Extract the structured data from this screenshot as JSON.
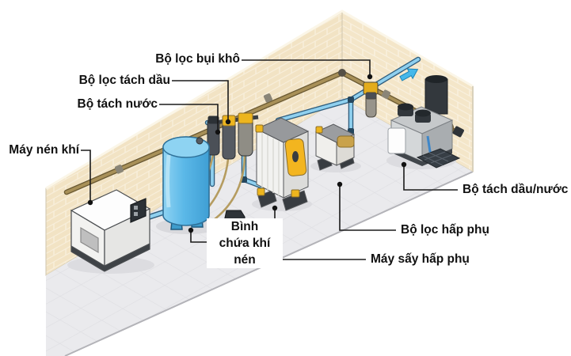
{
  "diagram": {
    "description": "Isometric illustration of a compressed air system room",
    "labels": {
      "compressor": "Máy nén khí",
      "water_separator": "Bộ tách nước",
      "oil_separator_filter": "Bộ lọc tách dầu",
      "dry_dust_filter": "Bộ lọc bụi khô",
      "air_receiver_tank": "Bình\nchứa khí\nnén",
      "adsorption_dryer": "Máy sấy hấp phụ",
      "adsorption_filter": "Bộ lọc hấp phụ",
      "oil_water_separator": "Bộ tách dầu/nước"
    },
    "colors": {
      "wall_brick": "#f2e3c4",
      "mortar": "#f8efdc",
      "floor": "#eaeaed",
      "tank_blue": "#5bb8e8",
      "pipe_blue": "#8fd0ef",
      "pipe_brown": "#a89058",
      "accent_yellow": "#edb51e",
      "equipment_white": "#f4f4f2",
      "dark_metal": "#33383d",
      "flow_arrow_cyan": "#45b8ea",
      "label_text": "#111111"
    },
    "icons": [
      "flow-direction-arrow"
    ]
  }
}
